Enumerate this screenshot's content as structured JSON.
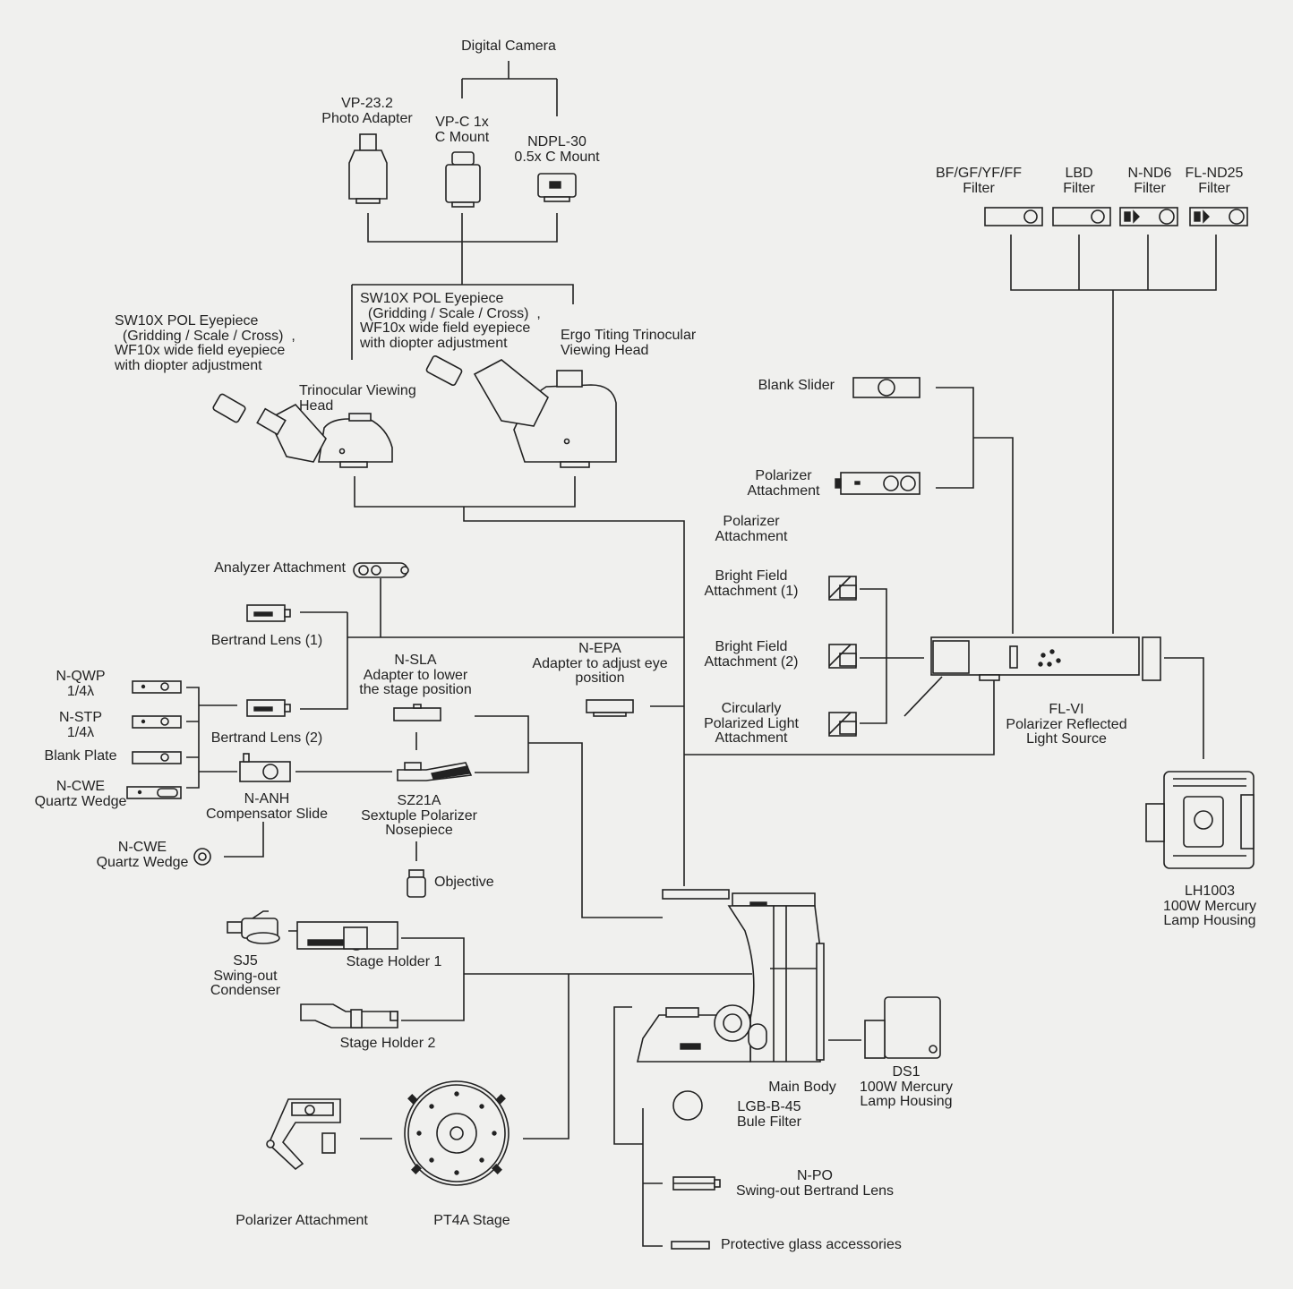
{
  "labels": {
    "digital_camera": "Digital Camera",
    "vp232": "VP-23.2\nPhoto Adapter",
    "vpc": "VP-C 1x\nC Mount",
    "ndpl30": "NDPL-30\n0.5x C Mount",
    "filter_bg": "BF/GF/YF/FF\nFilter",
    "filter_lbd": "LBD\nFilter",
    "filter_nnd6": "N-ND6\nFilter",
    "filter_flnd25": "FL-ND25\nFilter",
    "eyepiece_center": "SW10X POL Eyepiece\n  (Gridding / Scale / Cross)  ,\nWF10x wide field eyepiece\nwith diopter adjustment",
    "eyepiece_left": "SW10X POL Eyepiece\n  (Gridding / Scale / Cross)  ,\nWF10x wide field eyepiece\nwith diopter adjustment",
    "ergo_head": "Ergo Titing Trinocular\nViewing Head",
    "trinocular_head": "Trinocular Viewing\nHead",
    "blank_slider": "Blank Slider",
    "polarizer_att_right": "Polarizer\nAttachment",
    "polarizer_att_mid": "Polarizer\nAttachment",
    "analyzer": "Analyzer Attachment",
    "bertrand1": "Bertrand Lens (1)",
    "bertrand2": "Bertrand Lens (2)",
    "nqwp": "N-QWP\n1/4λ",
    "nstp": "N-STP\n1/4λ",
    "blank_plate": "Blank Plate",
    "ncwe1": "N-CWE\nQuartz Wedge",
    "ncwe2": "N-CWE\nQuartz Wedge",
    "nanh": "N-ANH\nCompensator Slide",
    "nsla": "N-SLA\nAdapter to lower\nthe stage position",
    "nepa": "N-EPA\nAdapter to adjust eye\nposition",
    "sz21a": "SZ21A\nSextuple Polarizer\nNosepiece",
    "objective": "Objective",
    "bf1": "Bright Field\nAttachment (1)",
    "bf2": "Bright Field\nAttachment (2)",
    "cpl": "Circularly\nPolarized Light\nAttachment",
    "flvi": "FL-VI\nPolarizer Reflected\nLight Source",
    "lh1003": "LH1003\n100W Mercury\nLamp Housing",
    "sj5": "SJ5\nSwing-out\nCondenser",
    "stage_holder1": "Stage Holder 1",
    "stage_holder2": "Stage Holder 2",
    "main_body": "Main Body",
    "ds1": "DS1\n100W Mercury\nLamp Housing",
    "lgb": "LGB-B-45\nBule Filter",
    "npo": "N-PO\nSwing-out Bertrand Lens",
    "protective": "Protective glass accessories",
    "polarizer_att_bottom": "Polarizer Attachment",
    "pt4a": "PT4A Stage"
  }
}
